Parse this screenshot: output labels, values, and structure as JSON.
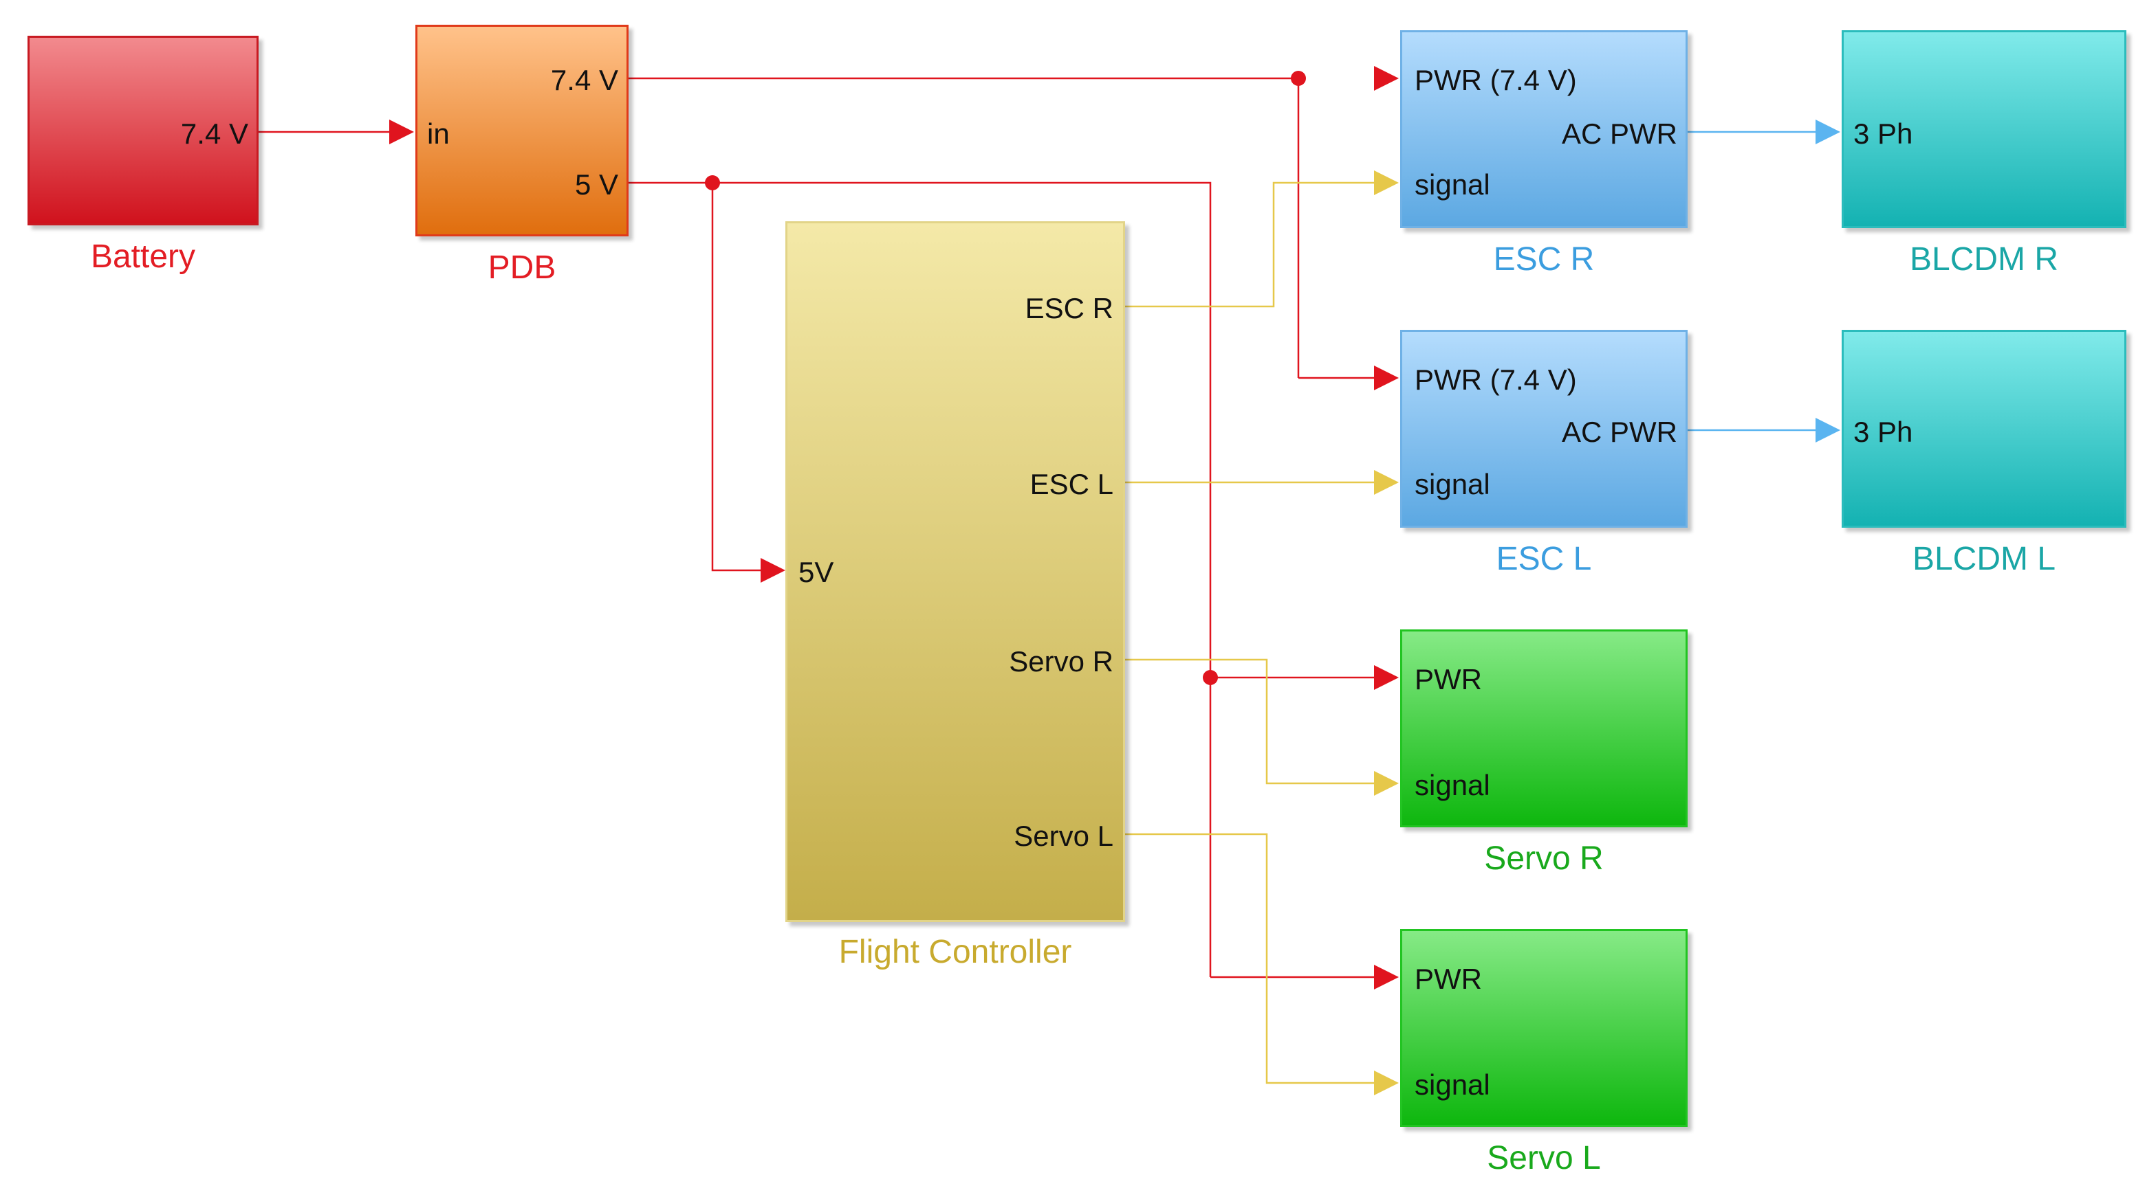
{
  "colors": {
    "power": "#e0141e",
    "signal": "#e6c84a",
    "ac": "#5ab4f0",
    "battery_label": "#e31d24",
    "fc_label": "#c8aa2e",
    "esc_label": "#3b9ddf",
    "motor_label": "#1aa6a6",
    "servo_label": "#19a91c"
  },
  "blocks": {
    "battery": {
      "name": "Battery",
      "out": "7.4 V"
    },
    "pdb": {
      "name": "PDB",
      "in": "in",
      "out_74": "7.4 V",
      "out_5": "5 V"
    },
    "fc": {
      "name": "Flight Controller",
      "in_5v": "5V",
      "esc_r": "ESC R",
      "esc_l": "ESC L",
      "servo_r": "Servo R",
      "servo_l": "Servo L"
    },
    "esc_r": {
      "name": "ESC R",
      "pwr": "PWR (7.4 V)",
      "ac": "AC PWR",
      "signal": "signal"
    },
    "esc_l": {
      "name": "ESC L",
      "pwr": "PWR (7.4 V)",
      "ac": "AC PWR",
      "signal": "signal"
    },
    "motor_r": {
      "name": "BLCDM R",
      "in": "3 Ph"
    },
    "motor_l": {
      "name": "BLCDM L",
      "in": "3 Ph"
    },
    "servo_r": {
      "name": "Servo R",
      "pwr": "PWR",
      "signal": "signal"
    },
    "servo_l": {
      "name": "Servo L",
      "pwr": "PWR",
      "signal": "signal"
    }
  }
}
